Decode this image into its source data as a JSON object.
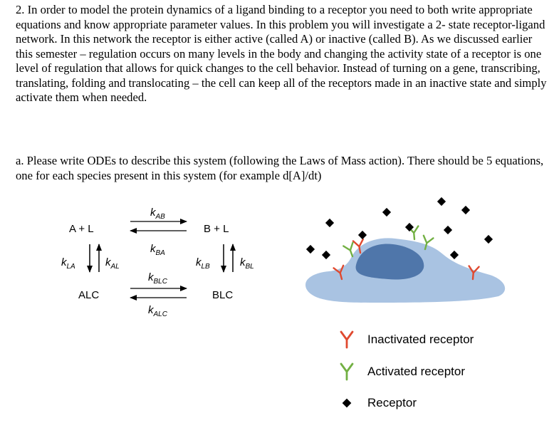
{
  "problem": {
    "intro": "2. In order to model the protein dynamics of a ligand binding to a receptor you need to both write appropriate equations and know appropriate parameter values. In this problem you will investigate a 2- state receptor-ligand network. In this network the receptor is either active (called A) or inactive (called B). As we discussed earlier this semester – regulation occurs on many levels in the body and changing the activity state of a receptor is one level of regulation that allows for quick changes to the cell behavior. Instead of turning on a gene, transcribing, translating, folding and translocating – the cell can keep all of the receptors made in an inactive state and simply activate them when needed.",
    "part_a": "a. Please write ODEs to describe this system (following the Laws of Mass action). There should be 5 equations, one for each species present in this system (for example d[A]/dt)"
  },
  "scheme": {
    "species": {
      "a_l": "A  +  L",
      "b_l": "B  +  L",
      "alc": "ALC",
      "blc": "BLC"
    },
    "rates": {
      "k_ab": {
        "k": "k",
        "sub": "AB"
      },
      "k_ba": {
        "k": "k",
        "sub": "BA"
      },
      "k_blc": {
        "k": "k",
        "sub": "BLC"
      },
      "k_alc": {
        "k": "k",
        "sub": "ALC"
      },
      "k_la": {
        "k": "k",
        "sub": "LA"
      },
      "k_al": {
        "k": "k",
        "sub": "AL"
      },
      "k_lb": {
        "k": "k",
        "sub": "LB"
      },
      "k_bl": {
        "k": "k",
        "sub": "BL"
      }
    }
  },
  "legend": {
    "inactivated": "Inactivated receptor",
    "activated": "Activated receptor",
    "receptor": "Receptor"
  },
  "colors": {
    "cell_body": "#a9c3e2",
    "nucleus": "#4f76aa",
    "inactivated_receptor": "#e0492f",
    "activated_receptor": "#72b043",
    "ligand": "#000000"
  },
  "icons": {
    "inactivated": "y-receptor-icon",
    "activated": "y-receptor-icon",
    "receptor": "diamond-icon"
  }
}
